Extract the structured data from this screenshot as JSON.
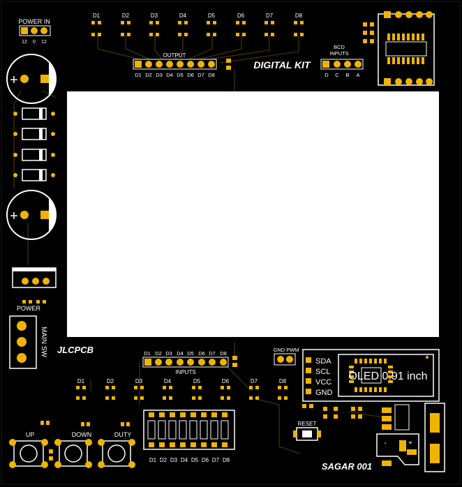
{
  "board": {
    "colors": {
      "background": "#000000",
      "copper": "#c8960c",
      "pad": "#f0b400",
      "trace": "#3a2a08",
      "silkscreen": "#ffffff",
      "white_area": "#ffffff"
    },
    "power_in": {
      "title": "POWER IN",
      "pins": [
        "12",
        "0",
        "12"
      ]
    },
    "output": {
      "title": "OUTPUT",
      "leds": [
        "D1",
        "D2",
        "D3",
        "D4",
        "D5",
        "D6",
        "D7",
        "D8"
      ],
      "header_labels": [
        "D1",
        "D2",
        "D3",
        "D4",
        "D5",
        "D6",
        "D7",
        "D8"
      ]
    },
    "logo_top": "DIGITAL KIT",
    "bcd": {
      "title_line1": "BCD",
      "title_line2": "INPUTS",
      "pins": [
        "D",
        "C",
        "B",
        "A"
      ]
    },
    "power_label": "POWER",
    "main_sw": "MAIN SW",
    "jlcpcb": "JLCPCB",
    "inputs": {
      "title": "INPUTS",
      "header_labels": [
        "D1",
        "D2",
        "D3",
        "D4",
        "D5",
        "D6",
        "D7",
        "D8"
      ],
      "leds": [
        "D1",
        "D2",
        "D3",
        "D4",
        "D5",
        "D6",
        "D7",
        "D8"
      ],
      "dip_labels": [
        "D1",
        "D2",
        "D3",
        "D4",
        "D5",
        "D6",
        "D7",
        "D8"
      ]
    },
    "gnd_pwm": "GND PWM",
    "oled": {
      "pins": [
        "SDA",
        "SCL",
        "VCC",
        "GND"
      ],
      "label": "OLED 0.91 inch"
    },
    "reset": "RESET",
    "buttons": [
      "UP",
      "DOWN",
      "DUTY"
    ],
    "battery": {
      "minus": "-",
      "plus": "+"
    },
    "signature": "SAGAR 001",
    "cap_plus": "+"
  }
}
